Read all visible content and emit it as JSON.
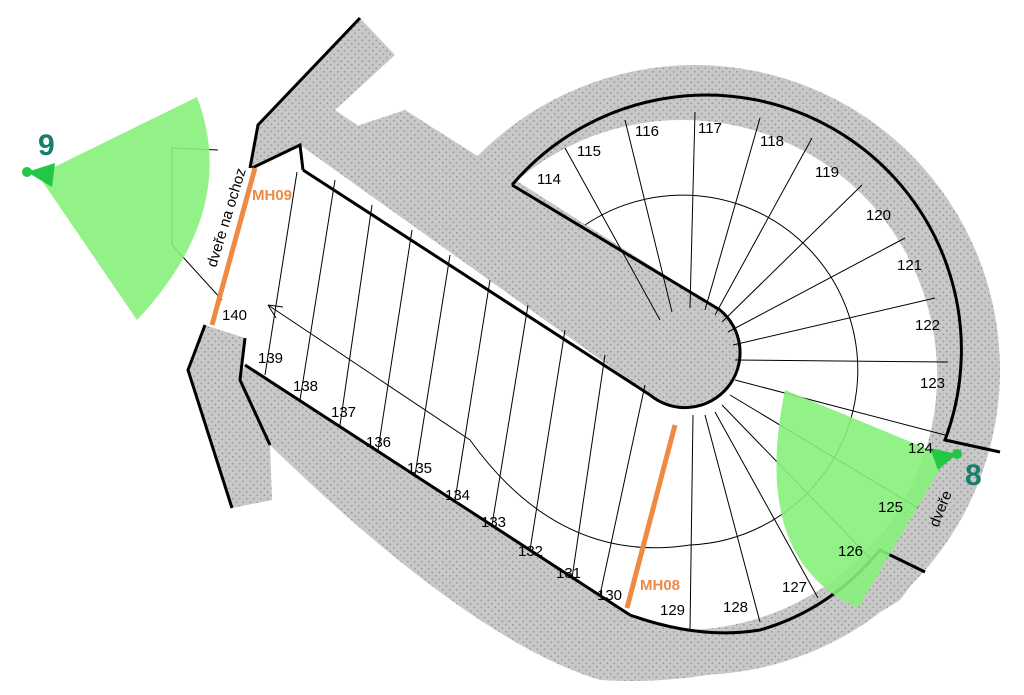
{
  "colors": {
    "wall_fill": "#c8c8c8",
    "wall_dots": "#8f8f8f",
    "wall_edge": "#000000",
    "stair_line": "#000000",
    "camera_view": "#86f07a",
    "camera_body": "#22c744",
    "camera_label": "#157f6b",
    "marker": "#ef8a45"
  },
  "cameras": [
    {
      "id": "camera-9",
      "label": "9"
    },
    {
      "id": "camera-8",
      "label": "8"
    }
  ],
  "markers": [
    {
      "id": "marker-mh09",
      "label": "MH09"
    },
    {
      "id": "marker-mh08",
      "label": "MH08"
    }
  ],
  "door_labels": {
    "balcony": "dveře na ochoz",
    "door": "dveře"
  },
  "spiral_steps": [
    "114",
    "115",
    "116",
    "117",
    "118",
    "119",
    "120",
    "121",
    "122",
    "123",
    "124",
    "125",
    "126",
    "127",
    "128",
    "129"
  ],
  "straight_steps": [
    "130",
    "131",
    "132",
    "133",
    "134",
    "135",
    "136",
    "137",
    "138",
    "139",
    "140"
  ]
}
